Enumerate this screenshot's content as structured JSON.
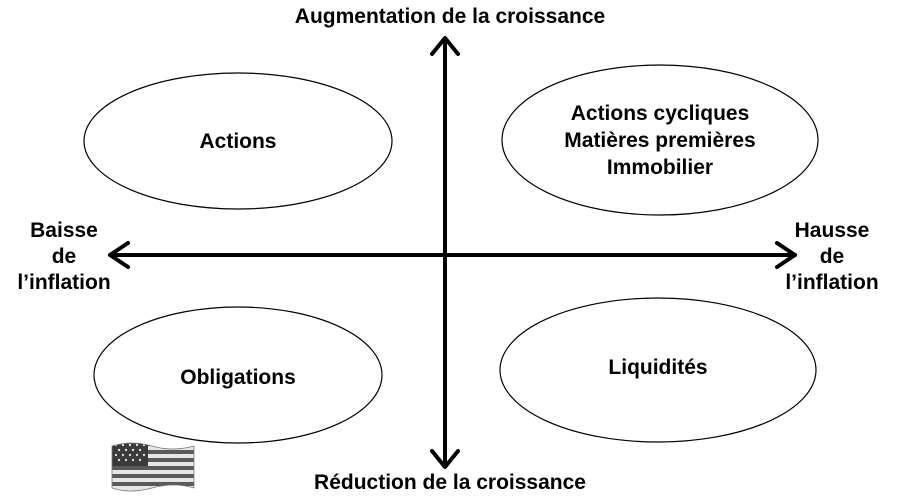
{
  "axes": {
    "top": "Augmentation de la croissance",
    "bottom": "Réduction de la croissance",
    "left": [
      "Baisse",
      "de",
      "l’inflation"
    ],
    "right": [
      "Hausse",
      "de",
      "l’inflation"
    ]
  },
  "quadrants": {
    "top_left": [
      "Actions"
    ],
    "top_right": [
      "Actions cycliques",
      "Matières premières",
      "Immobilier"
    ],
    "bottom_left": [
      "Obligations"
    ],
    "bottom_right": [
      "Liquidités"
    ]
  },
  "icons": {
    "flag": "us-flag-icon"
  }
}
